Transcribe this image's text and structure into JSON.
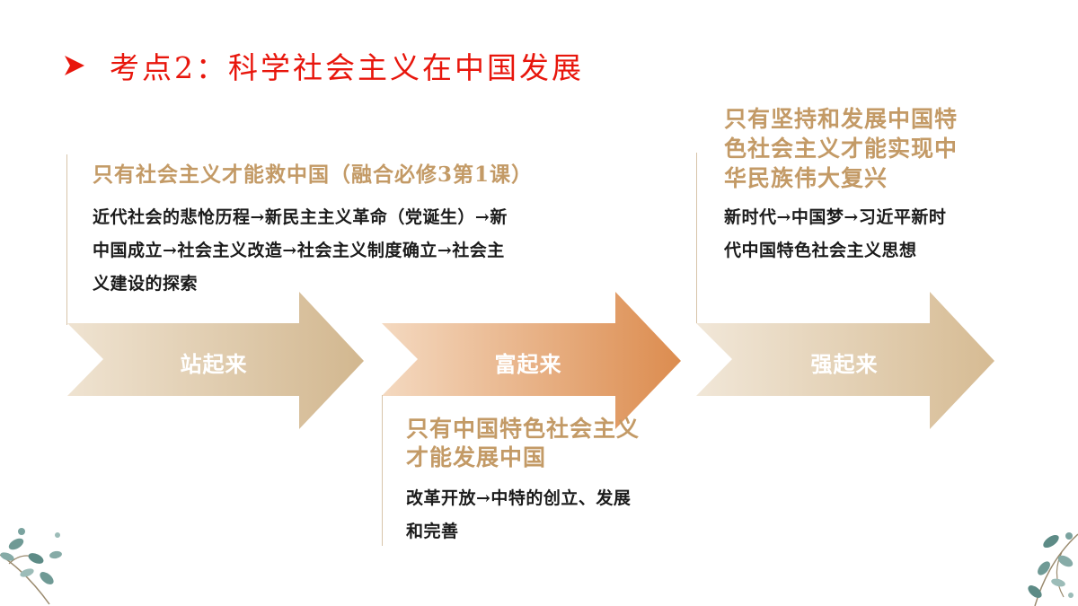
{
  "title": {
    "marker_icon": "arrowhead-icon",
    "text": "考点2：科学社会主义在中国发展"
  },
  "arrows": [
    {
      "label": "站起来"
    },
    {
      "label": "富起来"
    },
    {
      "label": "强起来"
    }
  ],
  "stage1": {
    "heading": "只有社会主义才能救中国（融合必修3第1课）",
    "lines": [
      "近代社会的悲怆历程→新民主主义革命（党诞生）→新",
      "中国成立→社会主义改造→社会主义制度确立→社会主",
      "义建设的探索"
    ]
  },
  "stage2": {
    "heading_lines": [
      "只有中国特色社会主义",
      "才能发展中国"
    ],
    "lines": [
      "改革开放→中特的创立、发展",
      "和完善"
    ]
  },
  "stage3": {
    "heading_lines": [
      "只有坚持和发展中国特",
      "色社会主义才能实现中",
      "华民族伟大复兴"
    ],
    "lines": [
      "新时代→中国梦→习近平新时",
      "代中国特色社会主义思想"
    ]
  },
  "colors": {
    "title": "#e8160c",
    "heading": "#c39a66",
    "arrow_beige": "#d9c3a2",
    "arrow_orange": "#dd9258"
  }
}
